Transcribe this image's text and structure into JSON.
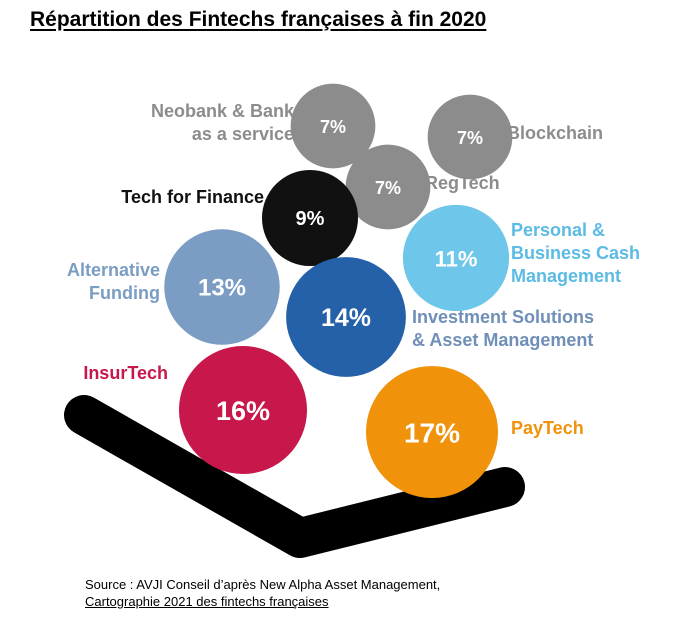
{
  "title": "Répartition des Fintechs françaises à fin 2020",
  "chart_data": {
    "type": "bubble",
    "title": "Répartition des Fintechs françaises à fin 2020",
    "unit": "%",
    "series": [
      {
        "category": "Neobank & Bank as a service",
        "label_lines": [
          "Neobank & Bank",
          "as a service"
        ],
        "value": 7,
        "value_label": "7%",
        "color": "#8c8c8c",
        "label_color": "#8c8c8c"
      },
      {
        "category": "Blockchain",
        "label_lines": [
          "Blockchain"
        ],
        "value": 7,
        "value_label": "7%",
        "color": "#8c8c8c",
        "label_color": "#8c8c8c"
      },
      {
        "category": "RegTech",
        "label_lines": [
          "RegTech"
        ],
        "value": 7,
        "value_label": "7%",
        "color": "#8c8c8c",
        "label_color": "#8c8c8c"
      },
      {
        "category": "Tech for Finance",
        "label_lines": [
          "Tech for Finance"
        ],
        "value": 9,
        "value_label": "9%",
        "color": "#111111",
        "label_color": "#111111"
      },
      {
        "category": "Personal & Business Cash Management",
        "label_lines": [
          "Personal &",
          "Business Cash",
          "Management"
        ],
        "value": 11,
        "value_label": "11%",
        "color": "#6ec6ea",
        "label_color": "#5bbbe4"
      },
      {
        "category": "Alternative Funding",
        "label_lines": [
          "Alternative",
          "Funding"
        ],
        "value": 13,
        "value_label": "13%",
        "color": "#7b9cc3",
        "label_color": "#7b9cc3"
      },
      {
        "category": "Investment Solutions & Asset Management",
        "label_lines": [
          "Investment Solutions",
          "& Asset Management"
        ],
        "value": 14,
        "value_label": "14%",
        "color": "#2461a8",
        "label_color": "#6f8fb8"
      },
      {
        "category": "InsurTech",
        "label_lines": [
          "InsurTech"
        ],
        "value": 16,
        "value_label": "16%",
        "color": "#c8174b",
        "label_color": "#c8174b"
      },
      {
        "category": "PayTech",
        "label_lines": [
          "PayTech"
        ],
        "value": 17,
        "value_label": "17%",
        "color": "#f0920a",
        "label_color": "#f0920a"
      }
    ]
  },
  "source": {
    "line1": "Source : AVJI Conseil d’après New Alpha Asset Management,",
    "line2": "Cartographie 2021 des fintechs françaises"
  }
}
